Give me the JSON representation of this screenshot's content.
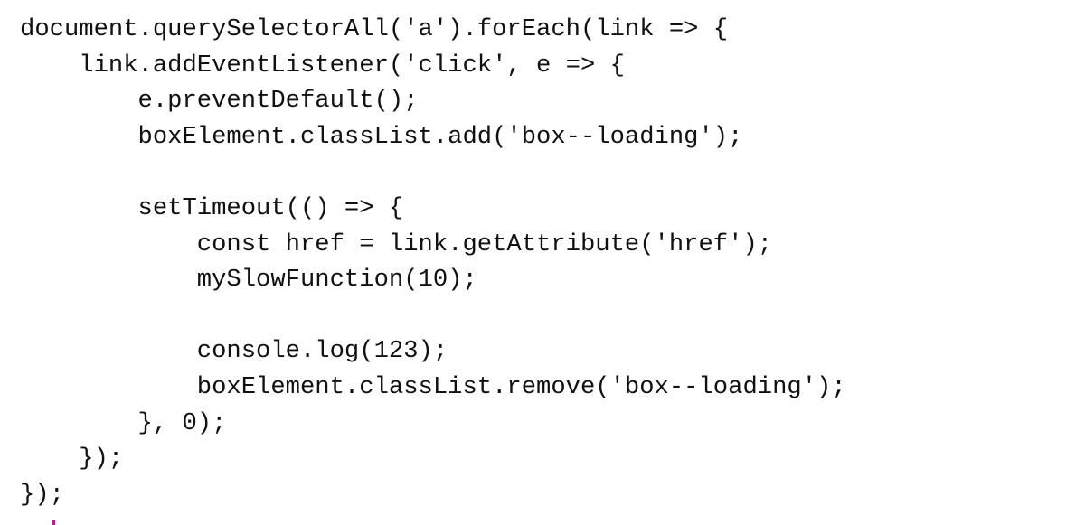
{
  "colors": {
    "background": "#ffffff",
    "text": "#111111",
    "cursor_mark": "#c5178f"
  },
  "code": {
    "lines": [
      "document.querySelectorAll('a').forEach(link => {",
      "    link.addEventListener('click', e => {",
      "        e.preventDefault();",
      "        boxElement.classList.add('box--loading');",
      "",
      "        setTimeout(() => {",
      "            const href = link.getAttribute('href');",
      "            mySlowFunction(10);",
      "",
      "            console.log(123);",
      "            boxElement.classList.remove('box--loading');",
      "        }, 0);",
      "    });",
      "});"
    ]
  }
}
